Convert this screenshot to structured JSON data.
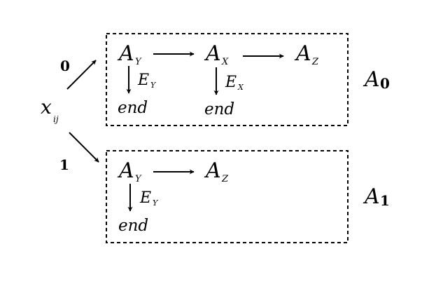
{
  "input": {
    "symbol": "x",
    "subscript": "ij"
  },
  "branches": [
    {
      "label": "0"
    },
    {
      "label": "1"
    }
  ],
  "blocks": [
    {
      "label": {
        "symbol": "A",
        "subscript": "0"
      },
      "nodes": [
        {
          "symbol": "A",
          "subscript": "Y"
        },
        {
          "symbol": "A",
          "subscript": "X"
        },
        {
          "symbol": "A",
          "subscript": "Z"
        }
      ],
      "exits": [
        {
          "edge": {
            "symbol": "E",
            "subscript": "Y"
          },
          "end": "end"
        },
        {
          "edge": {
            "symbol": "E",
            "subscript": "X"
          },
          "end": "end"
        }
      ]
    },
    {
      "label": {
        "symbol": "A",
        "subscript": "1"
      },
      "nodes": [
        {
          "symbol": "A",
          "subscript": "Y"
        },
        {
          "symbol": "A",
          "subscript": "Z"
        }
      ],
      "exits": [
        {
          "edge": {
            "symbol": "E",
            "subscript": "Y"
          },
          "end": "end"
        }
      ]
    }
  ]
}
